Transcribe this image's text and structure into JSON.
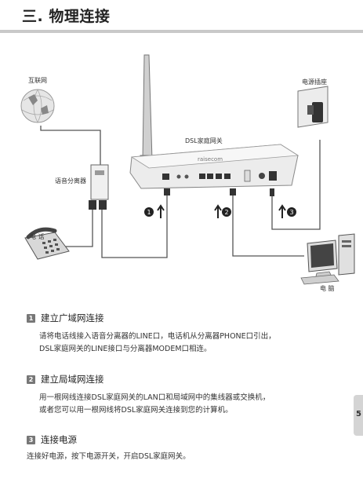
{
  "title": "三. 物理连接",
  "diagram": {
    "internet_label": "互联网",
    "splitter_label": "语音分离器",
    "phone_label": "电 话",
    "gateway_label": "DSL家庭网关",
    "power_outlet_label": "电源插座",
    "computer_label": "电 脑",
    "brand_mark": "raisecom",
    "step_markers": [
      "1",
      "2",
      "3"
    ]
  },
  "sections": [
    {
      "number": "1",
      "heading": "建立广域网连接",
      "lines": [
        "请将电话线接入语音分离器的LINE口，电话机从分离器PHONE口引出，",
        "DSL家庭网关的LINE接口与分离器MODEM口相连。"
      ]
    },
    {
      "number": "2",
      "heading": "建立局域网连接",
      "lines": [
        "用一根网线连接DSL家庭网关的LAN口和局域网中的集线器或交换机，",
        "或者您可以用一根网线将DSL家庭网关连接到您的计算机。"
      ]
    },
    {
      "number": "3",
      "heading": "连接电源",
      "lines": [
        "连接好电源，按下电源开关，开启DSL家庭网关。"
      ]
    }
  ],
  "page_number": "5"
}
